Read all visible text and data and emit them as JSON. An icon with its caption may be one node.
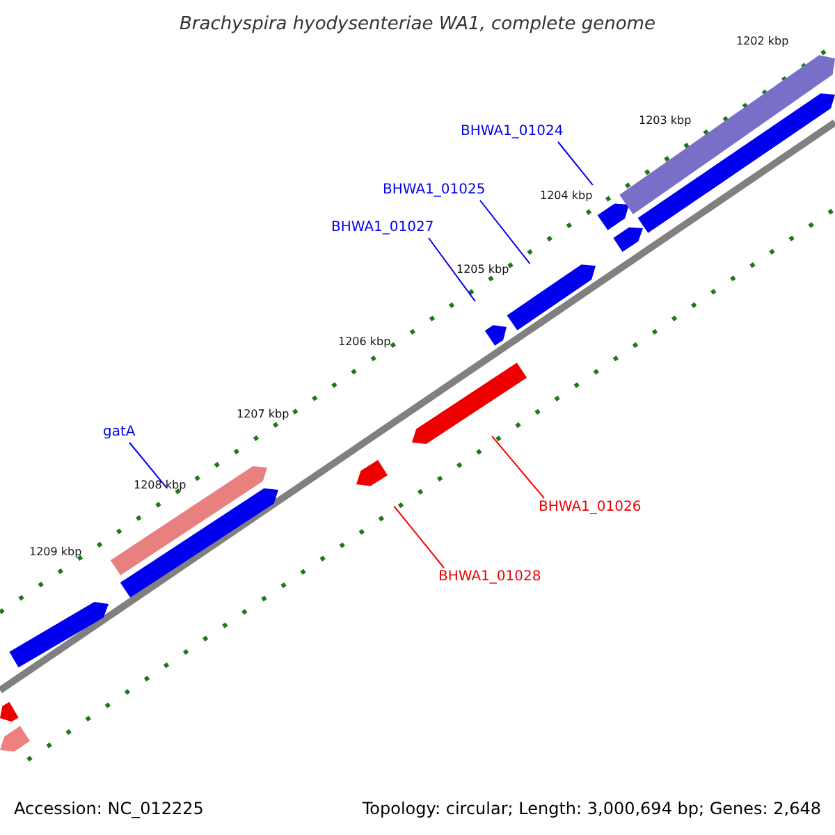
{
  "diagram": {
    "title": "Brachyspira hyodysenteriae WA1, complete genome",
    "nodes": [
      {
        "text": [
          "BHWA1_01024"
        ]
      },
      {
        "text": [],
        "shape": "arrow"
      },
      {
        "text": [
          "BHWA1_01025"
        ]
      },
      {
        "text": [],
        "shape": "arrow"
      },
      {
        "text": [
          "BHWA1_01027"
        ]
      },
      {
        "text": [],
        "shape": "arrow"
      },
      {
        "text": [
          "gatA"
        ]
      },
      {
        "text": [],
        "shape": "arrow"
      },
      {
        "text": [
          "BHWA1_01026"
        ]
      },
      {
        "text": [],
        "shape": "arrow"
      },
      {
        "text": [
          "BHWA1_01028"
        ]
      },
      {
        "text": [],
        "shape": "arrow"
      },
      {
        "text": [],
        "shape": "arrow"
      },
      {
        "text": [],
        "shape": "arrow"
      },
      {
        "text": [],
        "shape": "arrow"
      },
      {
        "text": [],
        "shape": "arrow"
      },
      {
        "text": [],
        "shape": "arrow"
      },
      {
        "text": [],
        "shape": "arrow"
      },
      {
        "text": [],
        "shape": "arrow"
      }
    ],
    "edges": [
      {
        "from": 0,
        "to": 1,
        "arrow": "none"
      },
      {
        "from": 2,
        "to": 3,
        "arrow": "none"
      },
      {
        "from": 4,
        "to": 5,
        "arrow": "none"
      },
      {
        "from": 6,
        "to": 7,
        "arrow": "none"
      },
      {
        "from": 8,
        "to": 9,
        "arrow": "none",
        "color": "#ff0000"
      },
      {
        "from": 10,
        "to": 11,
        "arrow": "none",
        "color": "#ff0000"
      }
    ],
    "labels": [
      "1202 kbp",
      "1203 kbp",
      "1204 kbp",
      "1205 kbp",
      "1206 kbp",
      "1207 kbp",
      "1208 kbp",
      "1209 kbp",
      "Accession: NC_012225",
      "Topology: circular; Length: 3,000,694 bp; Genes: 2,648"
    ]
  }
}
